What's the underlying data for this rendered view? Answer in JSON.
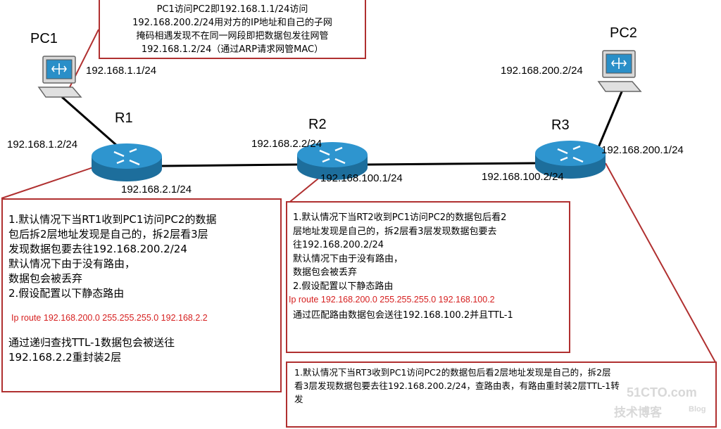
{
  "nodes": {
    "pc1": {
      "name": "PC1",
      "ip": "192.168.1.1/24"
    },
    "pc2": {
      "name": "PC2",
      "ip": "192.168.200.2/24"
    },
    "r1": {
      "name": "R1",
      "ip_left": "192.168.1.2/24",
      "ip_bottom": "192.168.2.1/24"
    },
    "r2": {
      "name": "R2",
      "ip_top": "192.168.2.2/24",
      "ip_bottom": "192.168.100.1/24"
    },
    "r3": {
      "name": "R3",
      "ip_left": "192.168.100.2/24",
      "ip_right": "192.168.200.1/24"
    }
  },
  "notes": {
    "top": [
      "PC1访问PC2即192.168.1.1/24访问",
      "192.168.200.2/24用对方的IP地址和自己的子网",
      "掩码相遇发现不在同一网段即把数据包发往网管",
      "192.168.1.2/24（通过ARP请求网管MAC）"
    ],
    "r1": {
      "lines": [
        "1.默认情况下当RT1收到PC1访问PC2的数据",
        "包后拆2层地址发现是自己的，拆2层看3层",
        "发现数据包要去往192.168.200.2/24",
        "默认情况下由于没有路由，",
        "数据包会被丢弃",
        "2.假设配置以下静态路由"
      ],
      "route": "Ip route 192.168.200.0   255.255.255.0   192.168.2.2",
      "tail": [
        "通过递归查找TTL-1数据包会被送往",
        "192.168.2.2重封装2层"
      ]
    },
    "r2": {
      "lines": [
        "1.默认情况下当RT2收到PC1访问PC2的数据包后看2",
        "层地址发现是自己的，拆2层看3层发现数据包要去",
        "往192.168.200.2/24",
        "默认情况下由于没有路由，",
        "数据包会被丢弃",
        "2.假设配置以下静态路由"
      ],
      "route": "Ip route 192.168.200.0   255.255.255.0   192.168.100.2",
      "tail": [
        "通过匹配路由数据包会送往192.168.100.2并且TTL-1"
      ]
    },
    "r3": {
      "lines": [
        "1.默认情况下当RT3收到PC1访问PC2的数据包后看2层地址发现是自己的，拆2层",
        "看3层发现数据包要去往192.168.200.2/24，查路由表，有路由重封装2层TTL-1转",
        "发"
      ]
    }
  },
  "watermark": {
    "site": "51CTO.com",
    "sub": "技术博客",
    "blog": "Blog"
  },
  "colors": {
    "note_border": "#b03030",
    "route_text": "#d62020",
    "router_blue": "#2a8fc8"
  }
}
